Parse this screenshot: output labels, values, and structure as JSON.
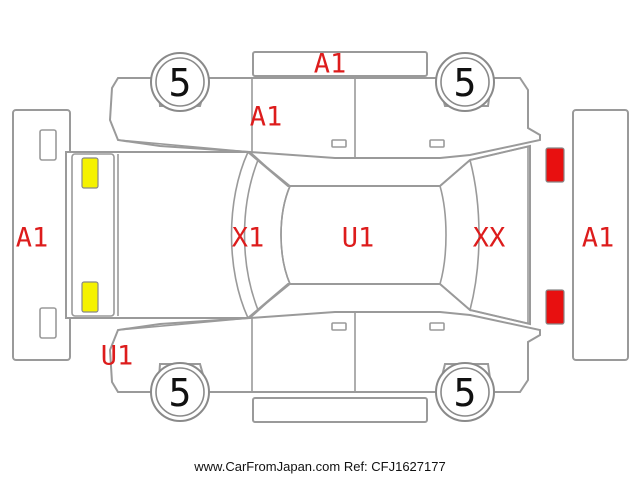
{
  "colors": {
    "damage": "#dd1c1c",
    "front_lamp": "#f5f200",
    "rear_lamp": "#e81010",
    "tire_text": "#111111"
  },
  "tires": {
    "front_left": "5",
    "front_right": "5",
    "rear_left": "5",
    "rear_right": "5"
  },
  "codes": {
    "top_body": "A1",
    "left_front_door": "A1",
    "front_bumper": "A1",
    "rear_bumper": "A1",
    "hood_area": "X1",
    "roof": "U1",
    "rear_area": "XX",
    "front_corner": "U1"
  },
  "footer": "www.CarFromJapan.com Ref: CFJ1627177"
}
